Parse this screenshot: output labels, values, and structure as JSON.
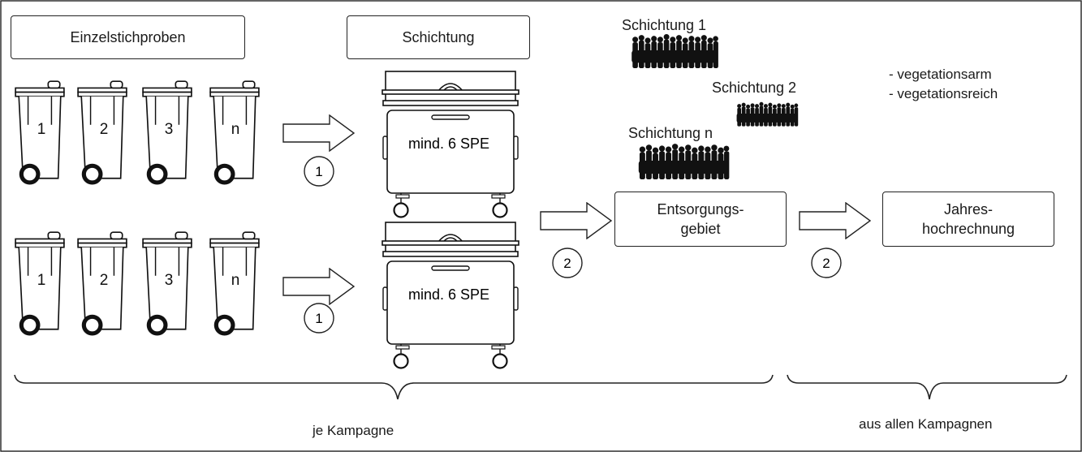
{
  "header_boxes": {
    "einzel": "Einzelstichproben",
    "schichtung": "Schichtung"
  },
  "bins": [
    "1",
    "2",
    "3",
    "n"
  ],
  "container_label": "mind. 6 SPE",
  "steps": {
    "one": "1",
    "two": "2"
  },
  "strata": [
    "Schichtung 1",
    "Schichtung 2",
    "Schichtung n"
  ],
  "legend": [
    "- vegetationsarm",
    "- vegetationsreich"
  ],
  "process_boxes": {
    "entsorgung": "Entsorgungs-\ngebiet",
    "jahres": "Jahres-\nhochrechnung"
  },
  "braces": {
    "left": "je Kampagne",
    "right": "aus allen Kampagnen"
  }
}
